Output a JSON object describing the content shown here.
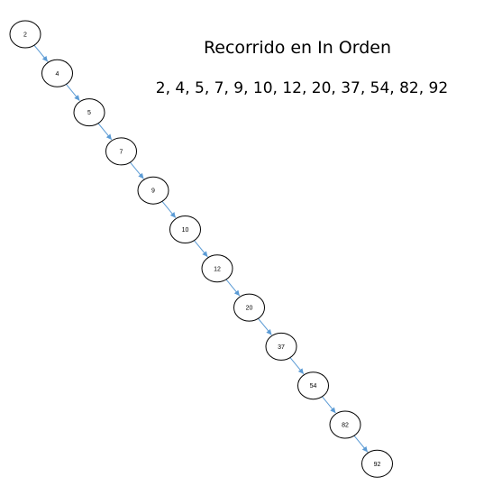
{
  "title": "Recorrido en In Orden",
  "sequence": "2, 4, 5, 7, 9, 10, 12, 20, 37, 54, 82, 92",
  "tree": {
    "nodes": [
      "2",
      "4",
      "5",
      "7",
      "9",
      "10",
      "12",
      "20",
      "37",
      "54",
      "82",
      "92"
    ],
    "edge_color": "#5b9bd5",
    "node_stroke": "#000000"
  }
}
